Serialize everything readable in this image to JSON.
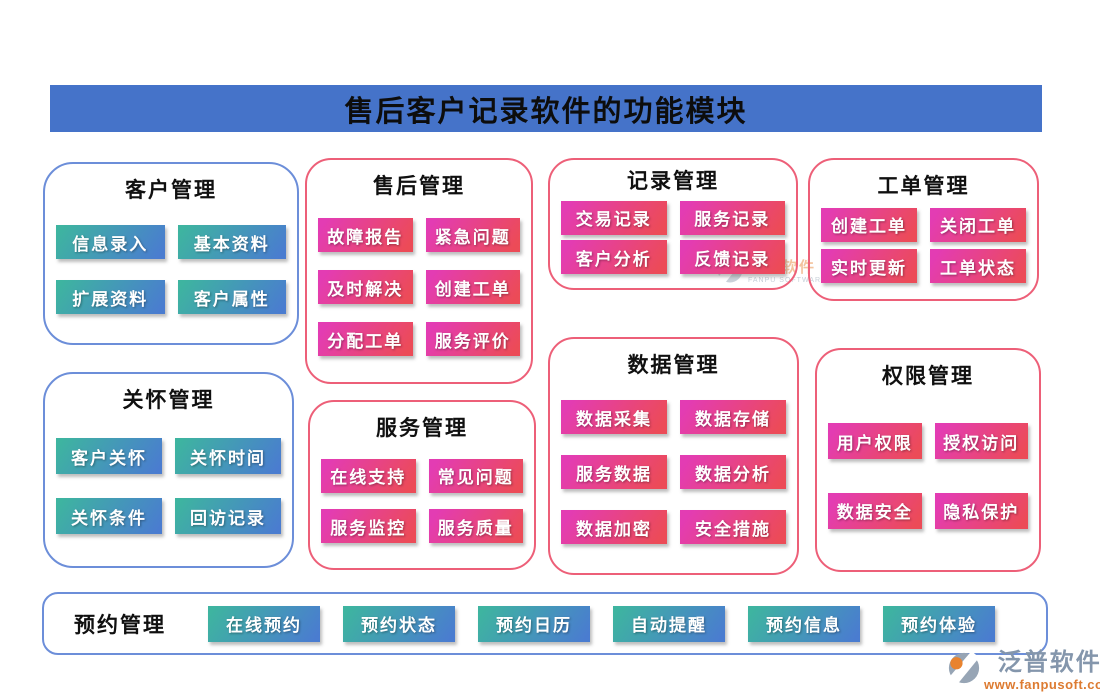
{
  "banner": {
    "title": "售后客户记录软件的功能模块"
  },
  "colors": {
    "banner_blue": "#4573c9",
    "box_border_blue": "#6c8ed9",
    "box_border_pink": "#ed5f78",
    "button_teal_from": "#3eb4a0",
    "button_teal_to": "#4a7cd0",
    "button_pink_from": "#e33cb3",
    "button_pink_to": "#ec4b57",
    "logo_gray_blue": "#8496ac",
    "logo_orange": "#dd7b31"
  },
  "modules": [
    {
      "title": "客户管理",
      "theme": "blue",
      "buttons": [
        "信息录入",
        "基本资料",
        "扩展资料",
        "客户属性"
      ]
    },
    {
      "title": "售后管理",
      "theme": "pink",
      "buttons": [
        "故障报告",
        "紧急问题",
        "及时解决",
        "创建工单",
        "分配工单",
        "服务评价"
      ]
    },
    {
      "title": "记录管理",
      "theme": "pink",
      "buttons": [
        "交易记录",
        "服务记录",
        "客户分析",
        "反馈记录"
      ]
    },
    {
      "title": "工单管理",
      "theme": "pink",
      "buttons": [
        "创建工单",
        "关闭工单",
        "实时更新",
        "工单状态"
      ]
    },
    {
      "title": "关怀管理",
      "theme": "blue",
      "buttons": [
        "客户关怀",
        "关怀时间",
        "关怀条件",
        "回访记录"
      ]
    },
    {
      "title": "服务管理",
      "theme": "pink",
      "buttons": [
        "在线支持",
        "常见问题",
        "服务监控",
        "服务质量"
      ]
    },
    {
      "title": "数据管理",
      "theme": "pink",
      "buttons": [
        "数据采集",
        "数据存储",
        "服务数据",
        "数据分析",
        "数据加密",
        "安全措施"
      ]
    },
    {
      "title": "权限管理",
      "theme": "pink",
      "buttons": [
        "用户权限",
        "授权访问",
        "数据安全",
        "隐私保护"
      ]
    },
    {
      "title": "预约管理",
      "theme": "blue",
      "buttons": [
        "在线预约",
        "预约状态",
        "预约日历",
        "自动提醒",
        "预约信息",
        "预约体验"
      ]
    }
  ],
  "watermark": {
    "brand": "泛普软件",
    "brand_en": "FANPU SOFTWARE"
  },
  "footer": {
    "brand": "泛普软件",
    "url": "www.fanpusoft.com"
  }
}
